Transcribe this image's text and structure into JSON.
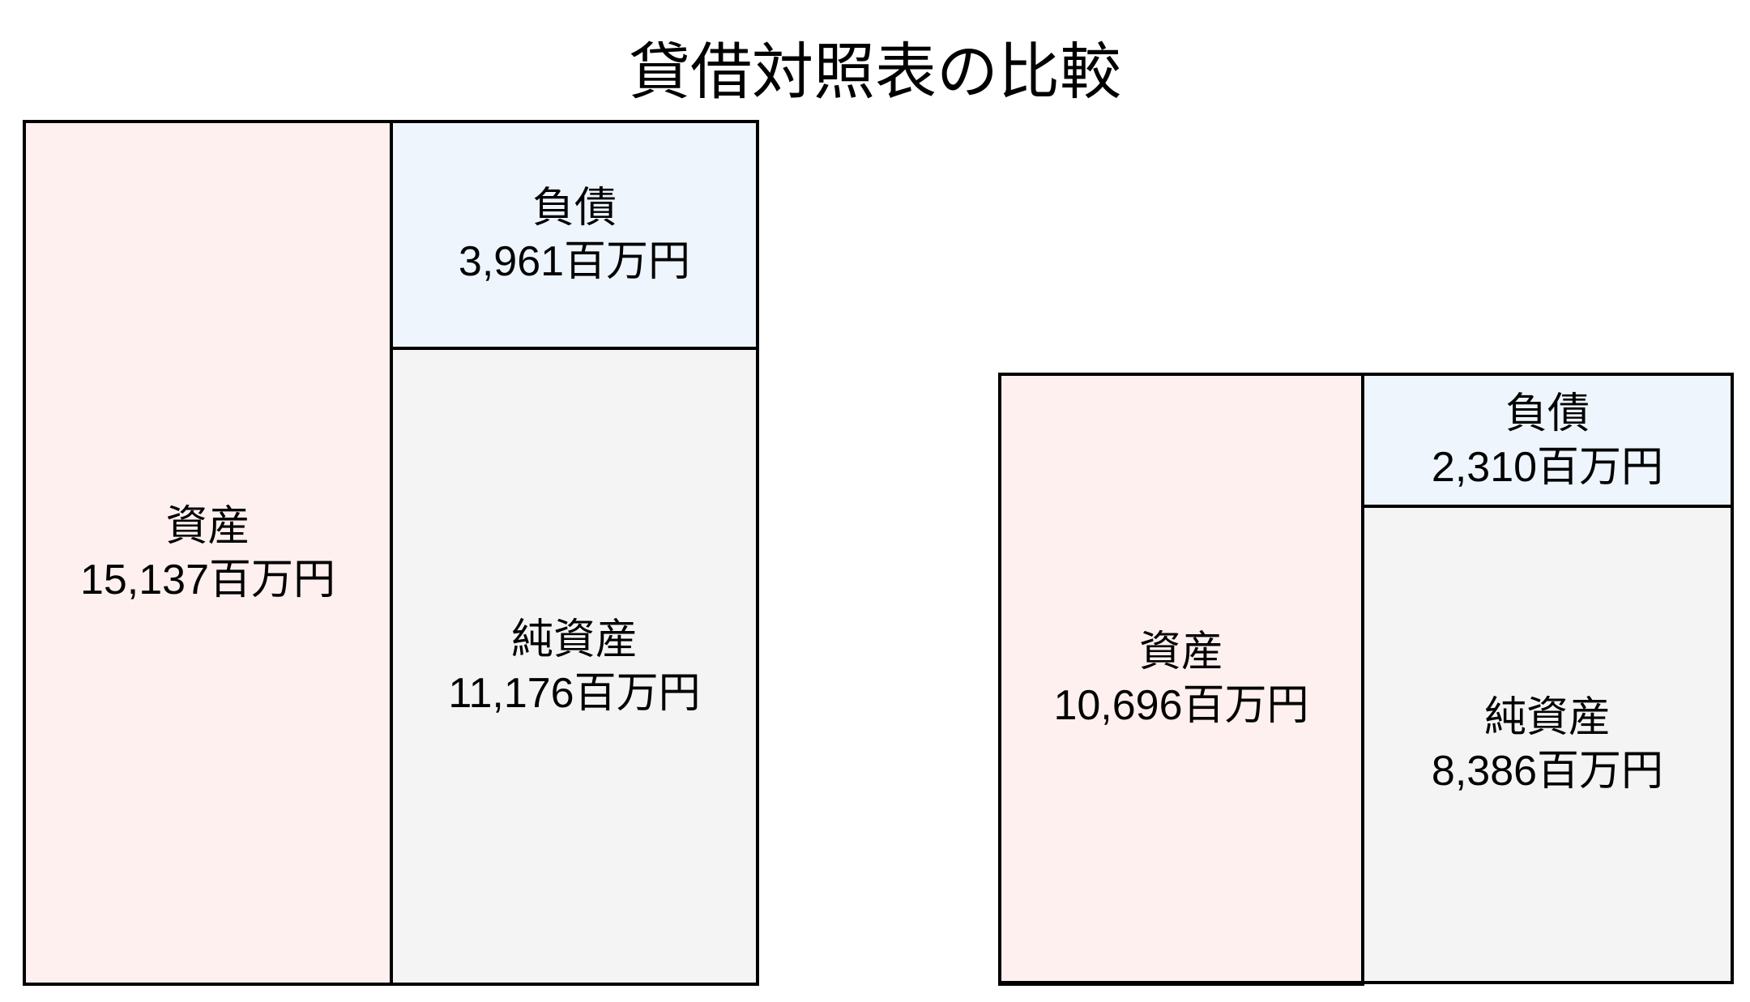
{
  "title": "貸借対照表の比較",
  "colors": {
    "assets": "#FDF0EF",
    "liabilities": "#EEF5FD",
    "net_assets": "#F4F4F4",
    "border": "#000000"
  },
  "sheets": [
    {
      "assets": {
        "label": "資産",
        "value": "15,137百万円"
      },
      "liabilities": {
        "label": "負債",
        "value": "3,961百万円"
      },
      "net_assets": {
        "label": "純資産",
        "value": "11,176百万円"
      }
    },
    {
      "assets": {
        "label": "資産",
        "value": "10,696百万円"
      },
      "liabilities": {
        "label": "負債",
        "value": "2,310百万円"
      },
      "net_assets": {
        "label": "純資産",
        "value": "8,386百万円"
      }
    }
  ],
  "chart_data": {
    "type": "table",
    "title": "貸借対照表の比較",
    "unit": "百万円",
    "categories": [
      "資産",
      "負債",
      "純資産"
    ],
    "series": [
      {
        "name": "左（大）",
        "values": [
          15137,
          3961,
          11176
        ]
      },
      {
        "name": "右（小）",
        "values": [
          10696,
          2310,
          8386
        ]
      }
    ]
  }
}
